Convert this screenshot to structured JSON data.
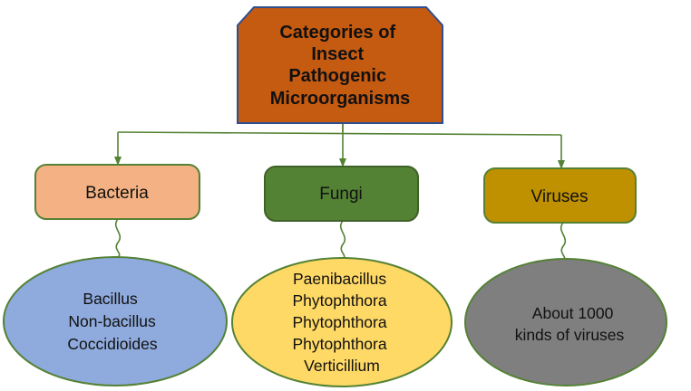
{
  "root": {
    "lines": [
      "Categories of",
      "Insect",
      "Pathogenic",
      "Microorganisms"
    ],
    "color": "#C55A11",
    "border": "#2F4F8F"
  },
  "connector_color": "#548235",
  "categories": [
    {
      "label": "Bacteria",
      "color": "#F4B183",
      "examples": [
        "Bacillus",
        "Non-bacillus",
        "Coccidioides"
      ],
      "example_color": "#8FAADC"
    },
    {
      "label": "Fungi",
      "color": "#548235",
      "examples": [
        "Paenibacillus",
        "Phytophthora",
        "Phytophthora",
        "Phytophthora",
        "Verticillium"
      ],
      "example_color": "#FFD966"
    },
    {
      "label": "Viruses",
      "color": "#BF9000",
      "examples": [
        "About 1000",
        "kinds of viruses"
      ],
      "example_color": "#7F7F7F"
    }
  ]
}
